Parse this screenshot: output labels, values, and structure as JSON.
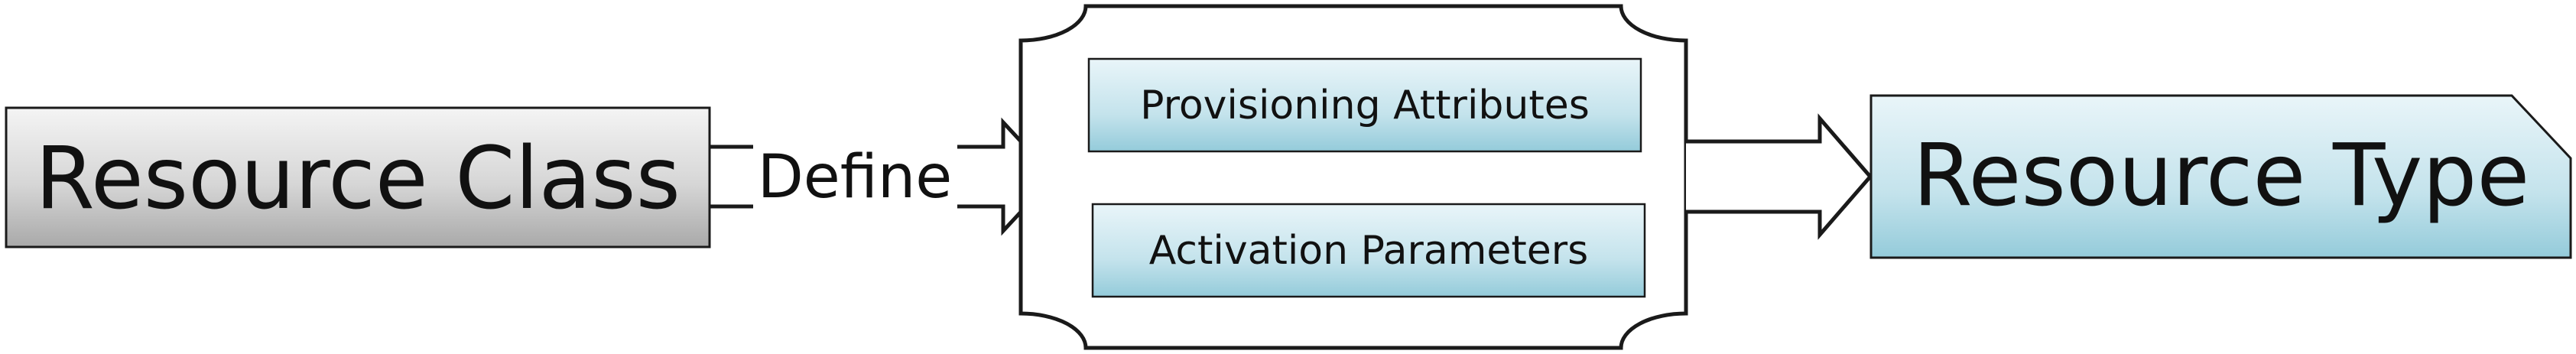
{
  "nodes": {
    "source": {
      "label": "Resource Class"
    },
    "container": {
      "items": [
        {
          "label": "Provisioning Attributes"
        },
        {
          "label": "Activation Parameters"
        }
      ]
    },
    "target": {
      "label": "Resource Type"
    }
  },
  "edges": {
    "define": {
      "label": "Define"
    }
  },
  "colors": {
    "gray_top": "#f4f4f4",
    "gray_bottom": "#a9a9a9",
    "teal_top": "#e9f5f9",
    "teal_bottom": "#94cbda",
    "stroke": "#1a1a1a"
  }
}
